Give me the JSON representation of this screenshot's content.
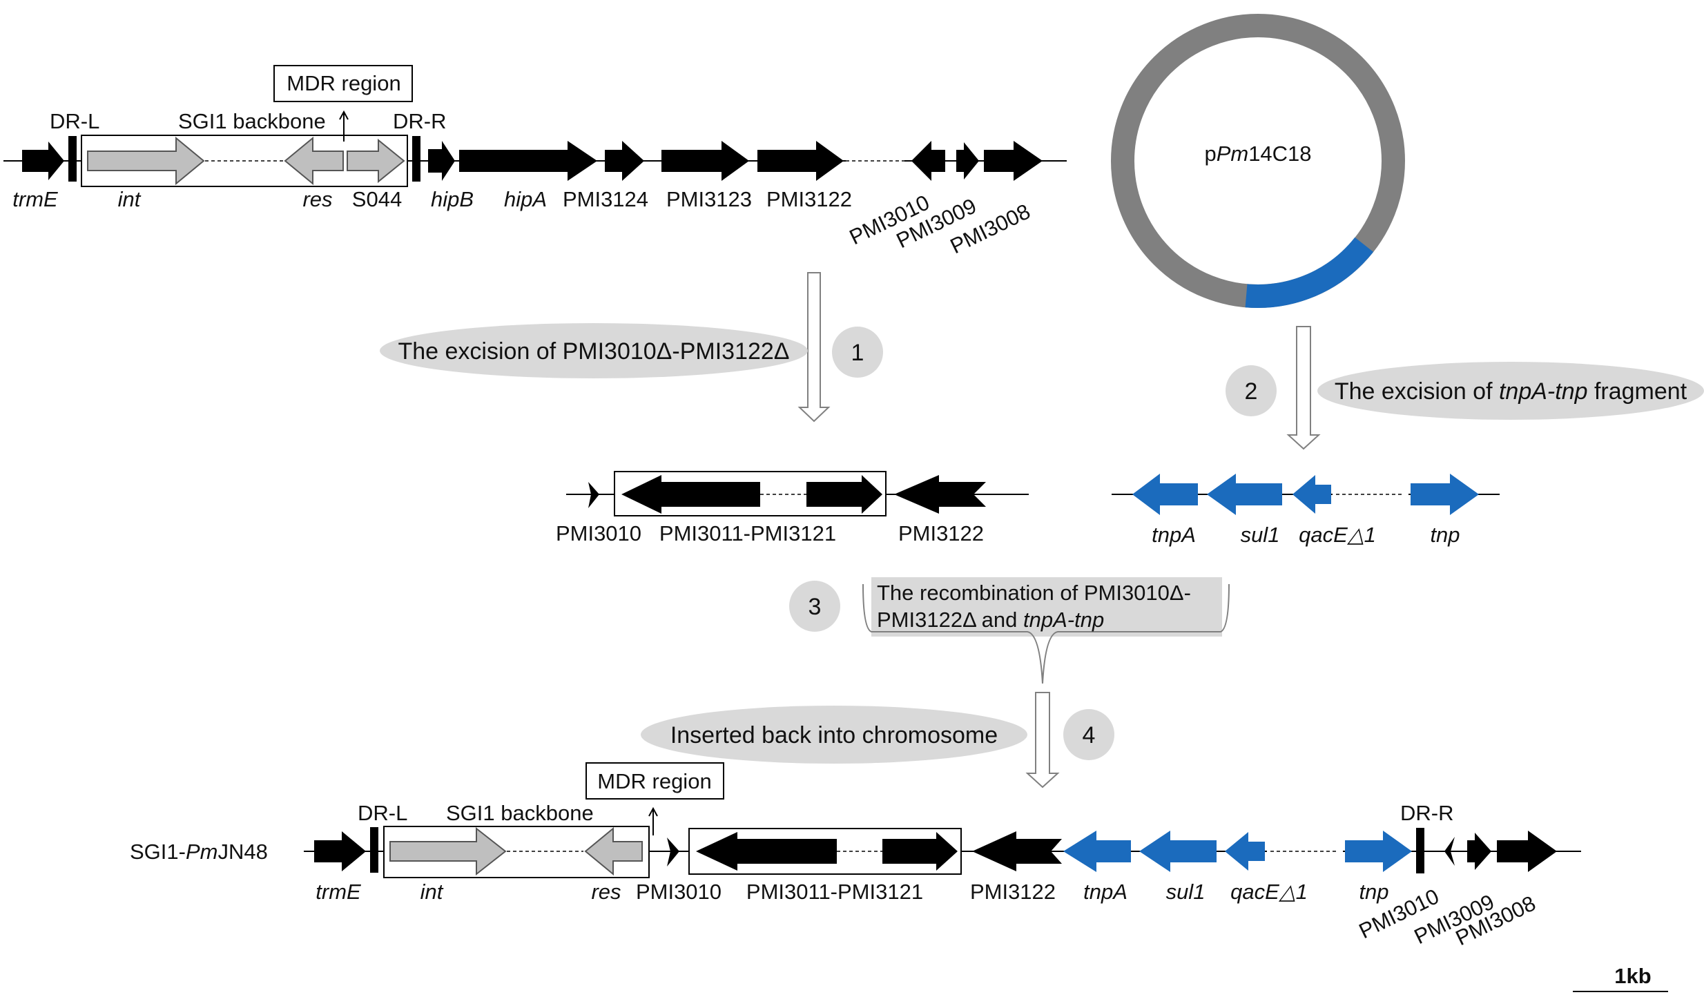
{
  "top_map": {
    "dr_left": "DR-L",
    "backbone": "SGI1 backbone",
    "mdr": "MDR region",
    "dr_right": "DR-R",
    "genes": {
      "trmE": "trmE",
      "int": "int",
      "res": "res",
      "s044": "S044",
      "hipB": "hipB",
      "hipA": "hipA",
      "pmi3124": "PMI3124",
      "pmi3123": "PMI3123",
      "pmi3122": "PMI3122",
      "pmi3010": "PMI3010",
      "pmi3009": "PMI3009",
      "pmi3008": "PMI3008"
    }
  },
  "plasmid": {
    "prefix": "p",
    "italic": "Pm",
    "suffix": "14C18"
  },
  "steps": {
    "s1": {
      "number": "1",
      "text": "The excision of PMI3010Δ-PMI3122Δ"
    },
    "s2": {
      "number": "2",
      "prefix": "The excision of ",
      "italic": "tnpA-tnp",
      "suffix": " fragment"
    },
    "s3": {
      "number": "3",
      "line1": "The recombination of PMI3010Δ-",
      "line2_prefix": "PMI3122Δ and ",
      "line2_italic": "tnpA-tnp"
    },
    "s4": {
      "number": "4",
      "text": "Inserted back into chromosome"
    }
  },
  "middle_left": {
    "pmi3010": "PMI3010",
    "pmi3011_3121": "PMI3011-PMI3121",
    "pmi3122": "PMI3122"
  },
  "middle_right": {
    "tnpA": "tnpA",
    "sul1": "sul1",
    "qacE": "qacE△1",
    "tnp": "tnp"
  },
  "bottom_map": {
    "name_prefix": "SGI1-",
    "name_italic": "Pm",
    "name_suffix": "JN48",
    "dr_left": "DR-L",
    "backbone": "SGI1 backbone",
    "mdr": "MDR region",
    "dr_right": "DR-R",
    "genes": {
      "trmE": "trmE",
      "int": "int",
      "res": "res",
      "pmi3010a": "PMI3010",
      "pmi3011_3121": "PMI3011-PMI3121",
      "pmi3122": "PMI3122",
      "tnpA": "tnpA",
      "sul1": "sul1",
      "qacE": "qacE△1",
      "tnp": "tnp",
      "pmi3010b": "PMI3010",
      "pmi3009": "PMI3009",
      "pmi3008": "PMI3008"
    }
  },
  "scale_bar": "1kb",
  "colors": {
    "black_gene": "#000000",
    "grey_gene": "#bfbfbf",
    "blue_gene": "#1b6bbd",
    "plasmid_ring": "#808080",
    "oval": "#d9d9d9"
  }
}
